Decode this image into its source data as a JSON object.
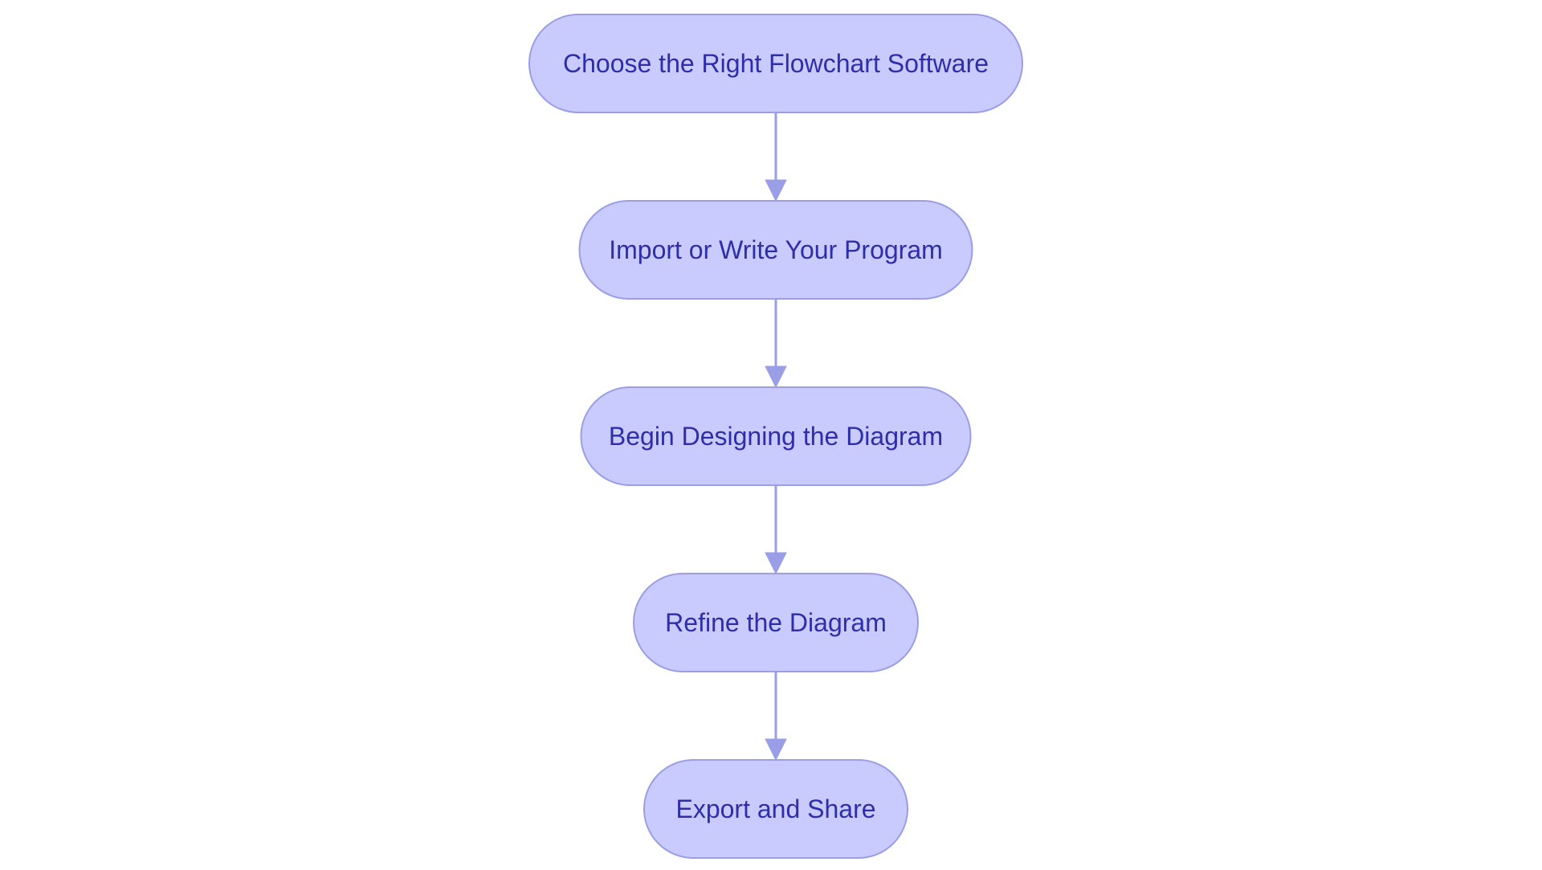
{
  "diagram": {
    "type": "flowchart",
    "direction": "top-to-bottom",
    "nodes": [
      {
        "id": "n1",
        "label": "Choose the Right Flowchart Software"
      },
      {
        "id": "n2",
        "label": "Import or Write Your Program"
      },
      {
        "id": "n3",
        "label": "Begin Designing the Diagram"
      },
      {
        "id": "n4",
        "label": "Refine the Diagram"
      },
      {
        "id": "n5",
        "label": "Export and Share"
      }
    ],
    "edges": [
      {
        "from": "n1",
        "to": "n2"
      },
      {
        "from": "n2",
        "to": "n3"
      },
      {
        "from": "n3",
        "to": "n4"
      },
      {
        "from": "n4",
        "to": "n5"
      }
    ]
  },
  "colors": {
    "node_fill": "#C9CBFF",
    "node_stroke": "#9A9EE6",
    "node_text": "#2E2EAB",
    "edge": "#9A9EE6"
  }
}
